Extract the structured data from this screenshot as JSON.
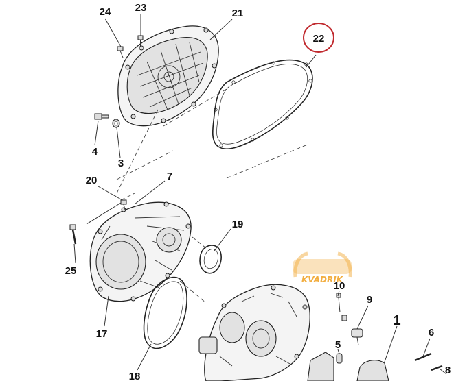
{
  "callouts": {
    "c24": "24",
    "c23": "23",
    "c21": "21",
    "c22": "22",
    "c4": "4",
    "c3": "3",
    "c20": "20",
    "c7": "7",
    "c19": "19",
    "c25": "25",
    "c17": "17",
    "c18": "18",
    "c10": "10",
    "c9": "9",
    "c1": "1",
    "c5": "5",
    "c6": "6",
    "c8": "8"
  },
  "highlight": {
    "callout": "22",
    "color": "#c0282d"
  },
  "watermark": {
    "brand": "KVADRIK",
    "color": "#f0a020"
  }
}
